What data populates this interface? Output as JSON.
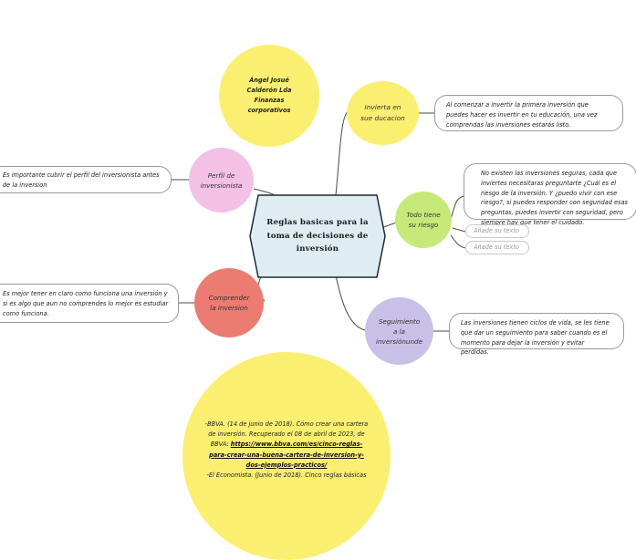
{
  "map": {
    "central": {
      "title": "Reglas basicas para la toma de decisiones de inversión"
    },
    "author": {
      "text": "Ángel Josué Calderón Lda  Finanzas corporativos"
    },
    "branches": [
      {
        "label": "Invierta en sue ducacion",
        "color": "#fbef72",
        "note": "Al comenzar a invertir la primera inversión que puedes hacer es invertir en tu educación, una vez comprendas las inversiones estarás listo."
      },
      {
        "label": "Todo tiene su riesgo",
        "color": "#c6e97a",
        "note": "No existen las inversiones seguras, cada que inviertes necesitaras preguntarte ¿Cuál es el riesgo de la inversión. Y ¿puedo vivir con ese riesgo?, si puedes responder con seguridad esas preguntas, puedes invertir con seguridad, pero siempre hay que tener el cuidado.",
        "placeholders": [
          "Añade su texto",
          "Añade su texto"
        ]
      },
      {
        "label": "Seguimiento a la inversiónunde",
        "color": "#c8c0e6",
        "note": "Las inversiones tienen ciclos de vida, se les tiene que dar un seguimiento para saber cuando es el momento para dejar la inversión y evitar perdidas."
      },
      {
        "label": "Perfil de inversionista",
        "color": "#f2c1e5",
        "note": "Es importante cubrir el perfil del inversionista antes de la inversion"
      },
      {
        "label": "Comprender la inversion",
        "color": "#ec7b72",
        "note": "Es mejor tener en claro como funciona una inversión y si es algo que aun no comprendes lo mejor es estudiar como funciona."
      }
    ],
    "references": {
      "line1": "-BBVA. (14 de junio de 2018). Cómo crear una cartera de inversión. Recuperado el 08 de abril de 2023, de BBVA: ",
      "link": "https://www.bbva.com/es/cinco-reglas-para-crear-una-buena-cartera-de-inversion-y-dos-ejemplos-practicos/",
      "line2": "-El Economista. (Junio de 2018). Cinco reglas básicas"
    },
    "colors": {
      "central_fill": "#dfedf3",
      "central_border": "#1d2a35",
      "author_fill": "#fbef72",
      "reference_fill": "#fbef72",
      "connector": "#4a4a4a"
    }
  }
}
